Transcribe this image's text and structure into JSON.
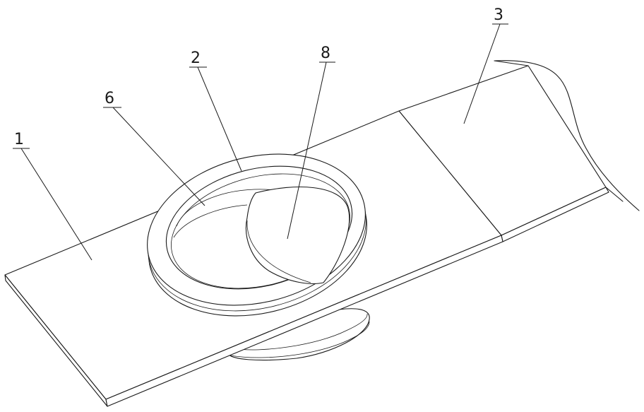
{
  "callouts": [
    {
      "id": "part-1",
      "label": "1"
    },
    {
      "id": "part-2",
      "label": "2"
    },
    {
      "id": "part-3",
      "label": "3"
    },
    {
      "id": "part-6",
      "label": "6"
    },
    {
      "id": "part-8",
      "label": "8"
    }
  ],
  "colors": {
    "line": "#1a1a1a",
    "background": "#ffffff"
  }
}
